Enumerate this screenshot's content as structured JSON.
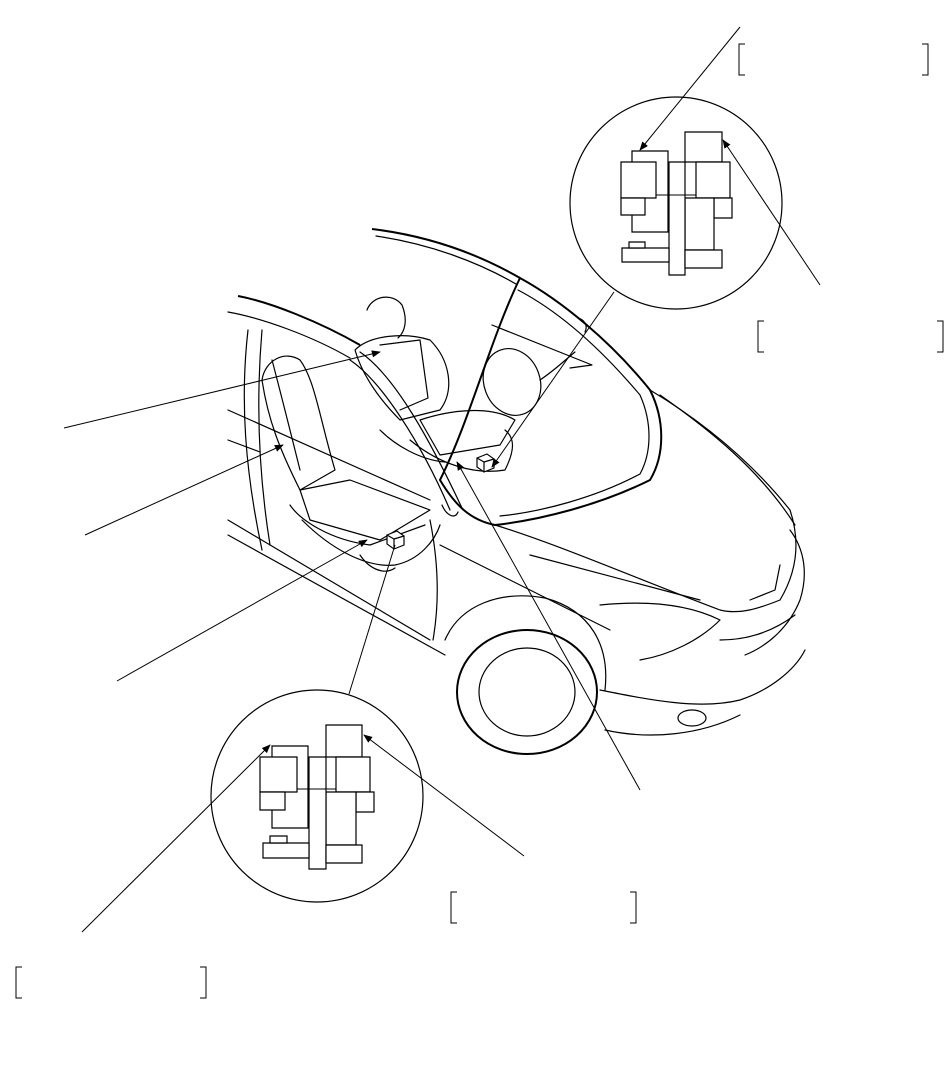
{
  "diagram": {
    "callouts": [
      {
        "id": "top-right-upper",
        "text": ""
      },
      {
        "id": "top-right-lower",
        "text": ""
      },
      {
        "id": "bottom-middle",
        "text": ""
      },
      {
        "id": "bottom-left",
        "text": ""
      }
    ]
  }
}
